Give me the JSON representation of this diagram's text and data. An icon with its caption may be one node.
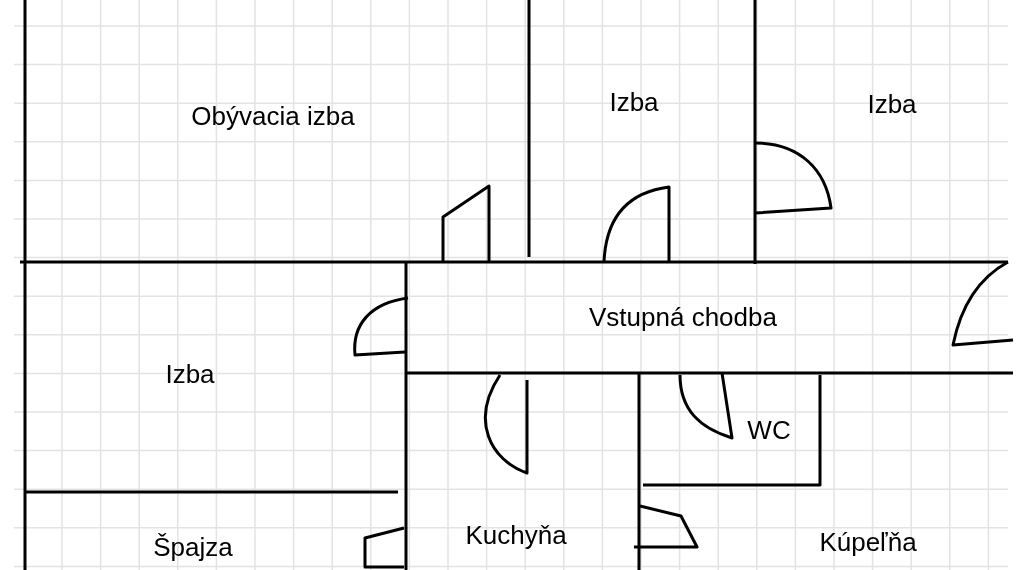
{
  "diagram": {
    "nodes": [
      {
        "text": [
          "Obývacia izba"
        ]
      },
      {
        "text": [
          "Izba"
        ]
      },
      {
        "text": [
          "Izba"
        ]
      },
      {
        "text": [
          "Vstupná chodba"
        ]
      },
      {
        "text": [
          "Izba"
        ]
      },
      {
        "text": [
          "WC"
        ]
      },
      {
        "text": [
          "Špajza"
        ]
      },
      {
        "text": [
          "Kuchyňa"
        ]
      },
      {
        "text": [
          "Kúpeľňa"
        ]
      }
    ]
  }
}
